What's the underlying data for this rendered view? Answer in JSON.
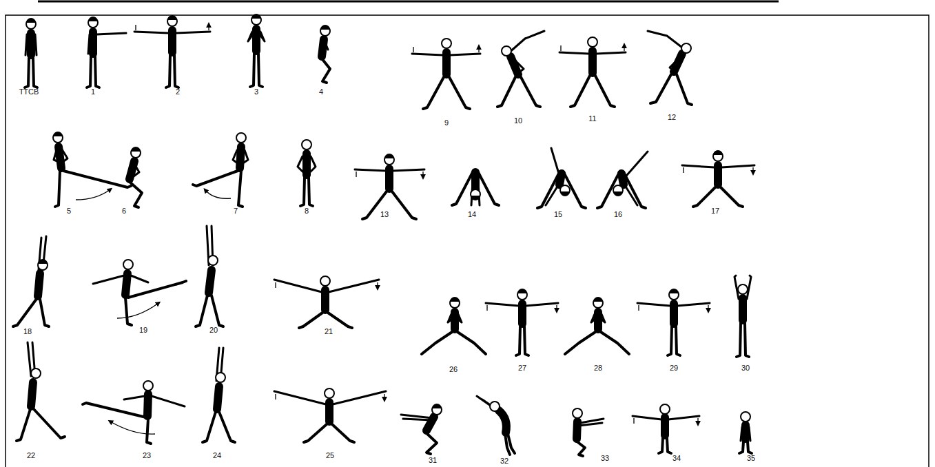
{
  "diagram": {
    "labels": [
      "TTCB",
      "1",
      "2",
      "3",
      "4",
      "9",
      "10",
      "11",
      "12",
      "5",
      "6",
      "7",
      "8",
      "13",
      "14",
      "15",
      "16",
      "17",
      "18",
      "19",
      "20",
      "21",
      "26",
      "27",
      "28",
      "29",
      "30",
      "22",
      "23",
      "24",
      "25",
      "31",
      "32",
      "33",
      "34",
      "35"
    ]
  }
}
